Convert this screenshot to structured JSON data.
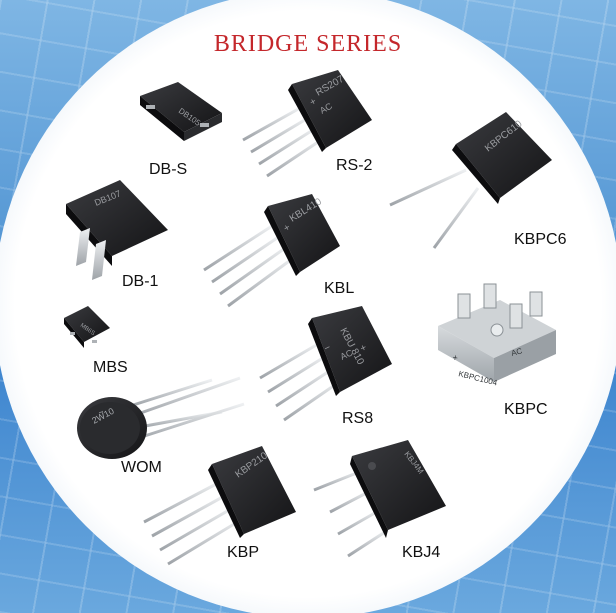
{
  "title": "BRIDGE SERIES",
  "components": [
    {
      "id": "dbs",
      "label": "DB-S",
      "body_marking": "DB105"
    },
    {
      "id": "rs2",
      "label": "RS-2",
      "body_marking": "RS207"
    },
    {
      "id": "kbpc6",
      "label": "KBPC6",
      "body_marking": "KBPC610"
    },
    {
      "id": "db1",
      "label": "DB-1",
      "body_marking": "DB107"
    },
    {
      "id": "kbl",
      "label": "KBL",
      "body_marking": "KBL410"
    },
    {
      "id": "mbs",
      "label": "MBS",
      "body_marking": "MB6S"
    },
    {
      "id": "kbpc",
      "label": "KBPC",
      "body_marking": "KBPC1004"
    },
    {
      "id": "rs8",
      "label": "RS8",
      "body_marking": "KBU 810"
    },
    {
      "id": "wom",
      "label": "WOM",
      "body_marking": "2W10"
    },
    {
      "id": "kbp",
      "label": "KBP",
      "body_marking": "KBP210"
    },
    {
      "id": "kbj4",
      "label": "KBJ4",
      "body_marking": "KBJ4M"
    }
  ],
  "polarity_marks": {
    "plus": "+",
    "minus": "−",
    "ac": "AC",
    "tilde": "~"
  },
  "colors": {
    "title": "#c4272b",
    "package": "#1e1e20",
    "lead": "#c9ccd0",
    "metal_case": "#b9bec2"
  }
}
